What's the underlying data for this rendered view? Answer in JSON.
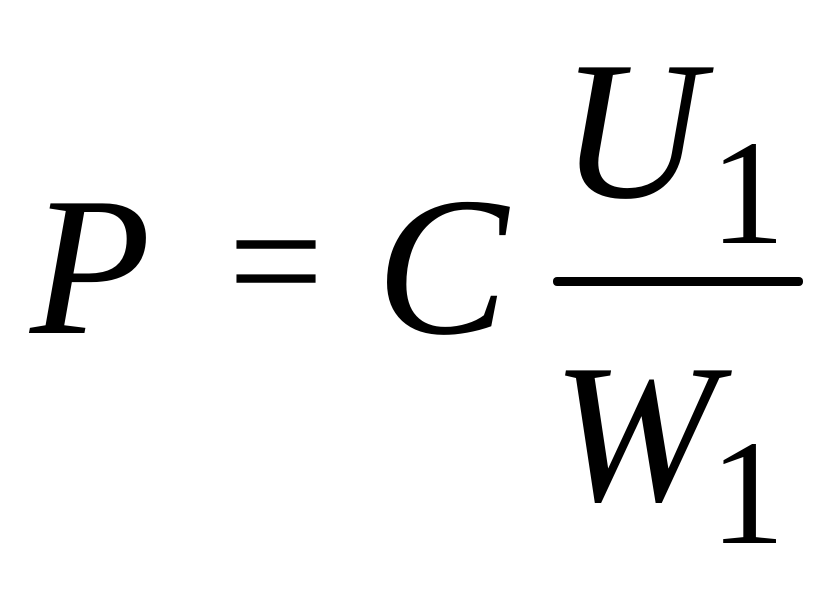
{
  "formula": {
    "lhs": "P",
    "equals": "=",
    "coefficient": "C",
    "numerator": {
      "symbol": "U",
      "subscript": "1"
    },
    "denominator": {
      "symbol": "W",
      "subscript": "1"
    }
  },
  "colors": {
    "text": "#000000",
    "background": "#ffffff"
  }
}
